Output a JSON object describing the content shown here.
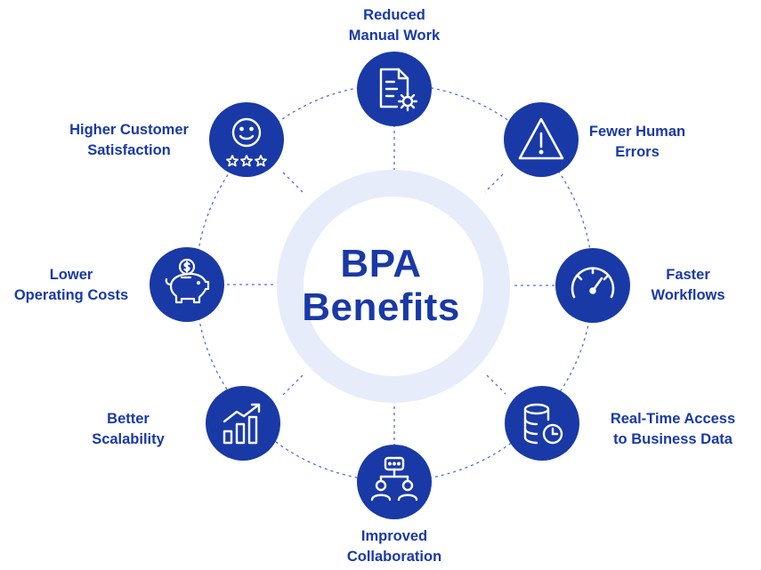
{
  "title": {
    "line1": "BPA",
    "line2": "Benefits"
  },
  "colors": {
    "node": "#1939a6",
    "ring": "#e7ecfb",
    "connector": "#4f6fd6",
    "text": "#1939a6"
  },
  "benefits": [
    {
      "id": "reduced-manual-work",
      "line1": "Reduced",
      "line2": "Manual Work",
      "icon": "document-gear-icon"
    },
    {
      "id": "fewer-human-errors",
      "line1": "Fewer Human",
      "line2": "Errors",
      "icon": "warning-triangle-icon"
    },
    {
      "id": "faster-workflows",
      "line1": "Faster",
      "line2": "Workflows",
      "icon": "speedometer-icon"
    },
    {
      "id": "real-time-access",
      "line1": "Real-Time Access",
      "line2": "to Business Data",
      "icon": "database-clock-icon"
    },
    {
      "id": "improved-collaboration",
      "line1": "Improved",
      "line2": "Collaboration",
      "icon": "team-chat-icon"
    },
    {
      "id": "better-scalability",
      "line1": "Better",
      "line2": "Scalability",
      "icon": "growth-chart-icon"
    },
    {
      "id": "lower-operating-costs",
      "line1": "Lower",
      "line2": "Operating Costs",
      "icon": "piggy-bank-icon"
    },
    {
      "id": "higher-customer-satisfaction",
      "line1": "Higher Customer",
      "line2": "Satisfaction",
      "icon": "smiley-stars-icon"
    }
  ]
}
